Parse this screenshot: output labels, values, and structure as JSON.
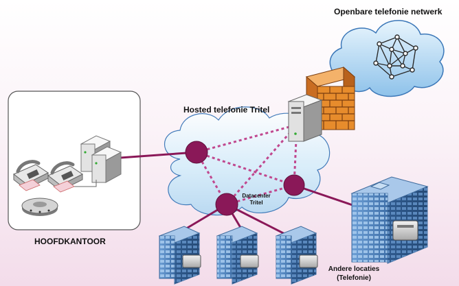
{
  "labels": {
    "public_network": "Openbare telefonie netwerk",
    "hosted": "Hosted telefonie Tritel",
    "datacenter_line1": "Datacenter",
    "datacenter_line2": "Tritel",
    "headquarters": "HOOFDKANTOOR",
    "other_locations_line1": "Andere locaties",
    "other_locations_line2": "(Telefonie)"
  },
  "colors": {
    "node": "#8a1858",
    "link": "#8a1858",
    "mesh": "#c0478e",
    "cloud_fill": "#d6ecfb",
    "cloud_stroke": "#3b77b8",
    "firewall": "#e78c2c",
    "building": "#5b8cc8"
  },
  "icons": [
    "cloud-icon",
    "mesh-network-icon",
    "firewall-icon",
    "server-icon",
    "desk-phone-icon",
    "conference-phone-icon",
    "office-building-icon",
    "gateway-device-icon"
  ]
}
